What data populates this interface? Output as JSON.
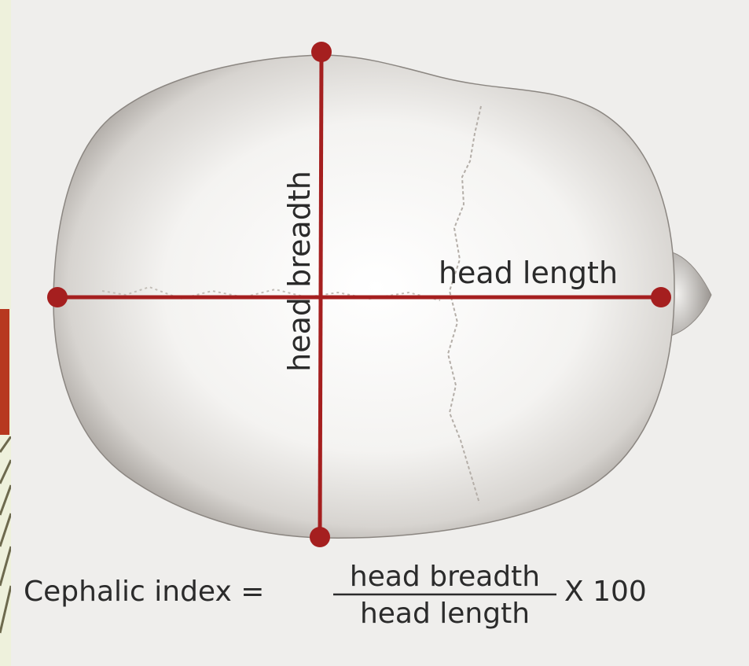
{
  "labels": {
    "head_breadth": "head breadth",
    "head_length": "head length"
  },
  "formula": {
    "lhs": "Cephalic index =",
    "numerator": "head breadth",
    "denominator": "head length",
    "multiplier": "X 100"
  },
  "colors": {
    "measure_line": "#a51f1f",
    "skull_light": "#fbfbfa",
    "skull_shadow": "#7c7773",
    "slide_accent": "#b7381f",
    "slide_edge": "#eef1dc",
    "background": "#efeeec"
  }
}
